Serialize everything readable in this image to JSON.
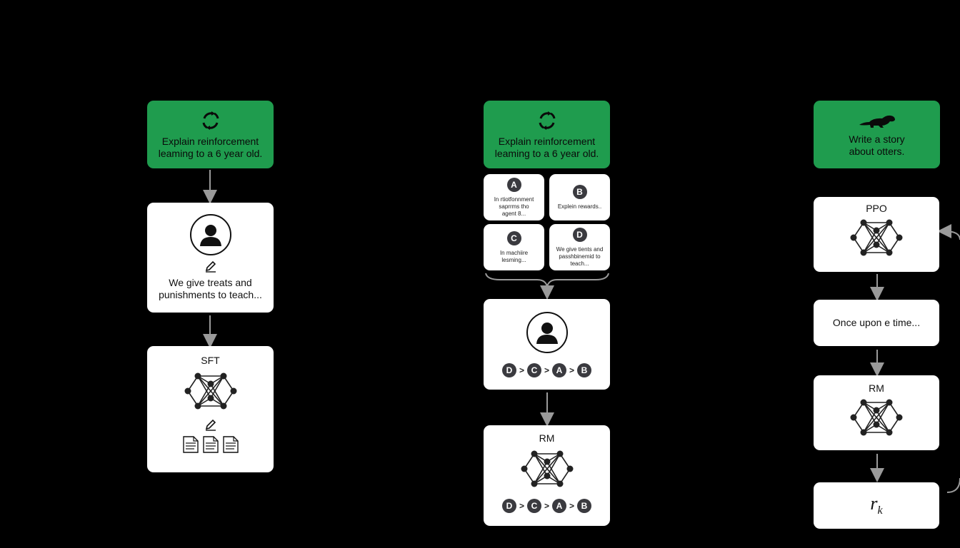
{
  "step1": {
    "prompt": "Explain reinforcement\nleaming to a 6 year old.",
    "demo_text": "We give treats and\npunishments to teach...",
    "model_label": "SFT"
  },
  "step2": {
    "prompt": "Explain reinforcement\nleaming to a 6 year old.",
    "options": [
      {
        "letter": "A",
        "text": "In rtiotfonnment\nsaprrms tho\nagent 8..."
      },
      {
        "letter": "B",
        "text": "Explein rewards.."
      },
      {
        "letter": "C",
        "text": "In machiire\nlesming..."
      },
      {
        "letter": "D",
        "text": "We give tients and\npasshbinemid to\nteach..."
      }
    ],
    "ranking": [
      "D",
      ">",
      "C",
      ">",
      "A",
      ">",
      "B"
    ],
    "model_label": "RM"
  },
  "step3": {
    "prompt": "Write a story\nabout otters.",
    "policy_label": "PPO",
    "output_text": "Once upon e time...",
    "model_label": "RM",
    "reward_symbol": "r",
    "reward_subscript": "k"
  },
  "colors": {
    "background": "#000000",
    "prompt_green": "#1f9c4e",
    "card": "#ffffff",
    "arrow": "#9a9a9a",
    "badge": "#3a3a3f"
  },
  "icons": [
    "cycle-icon",
    "otter-icon",
    "person-icon",
    "pencil-icon",
    "neural-network-icon",
    "document-icon",
    "arrow-icon"
  ]
}
